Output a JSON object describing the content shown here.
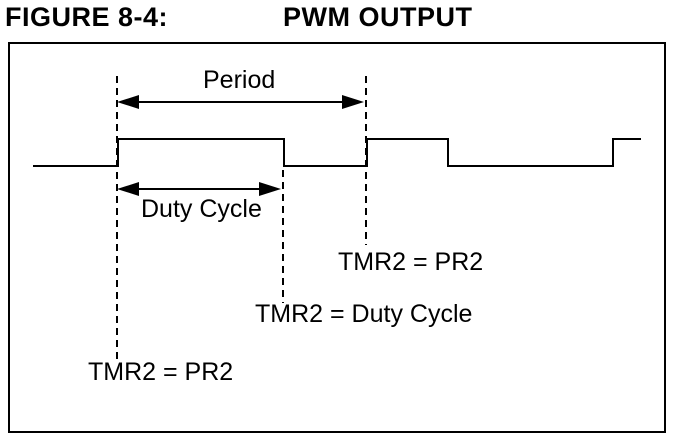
{
  "title": {
    "figure_label": "FIGURE 8-4:",
    "figure_title": "PWM OUTPUT"
  },
  "diagram": {
    "type": "timing-waveform",
    "description": "PWM square-wave output. Period is measured between two consecutive rising edges (dashed markers). Duty Cycle is measured across the high time of the first pulse. Dashed vertical markers indicate timer events.",
    "annotations": {
      "period_label": "Period",
      "duty_cycle_label": "Duty Cycle",
      "event_period_end": "TMR2 = PR2",
      "event_duty_match": "TMR2 = Duty Cycle",
      "event_period_start": "TMR2 = PR2"
    },
    "waveform": {
      "levels": [
        "low",
        "high",
        "low",
        "high",
        "low",
        "high"
      ],
      "edge_sequence": [
        "rise",
        "fall",
        "rise",
        "fall",
        "rise"
      ],
      "markers": [
        {
          "at_edge": "first rising edge",
          "event": "TMR2 = PR2"
        },
        {
          "at_edge": "first falling edge",
          "event": "TMR2 = Duty Cycle"
        },
        {
          "at_edge": "second rising edge",
          "event": "TMR2 = PR2"
        }
      ]
    },
    "colors": {
      "line": "#000000",
      "background": "#ffffff",
      "text": "#000000"
    }
  }
}
